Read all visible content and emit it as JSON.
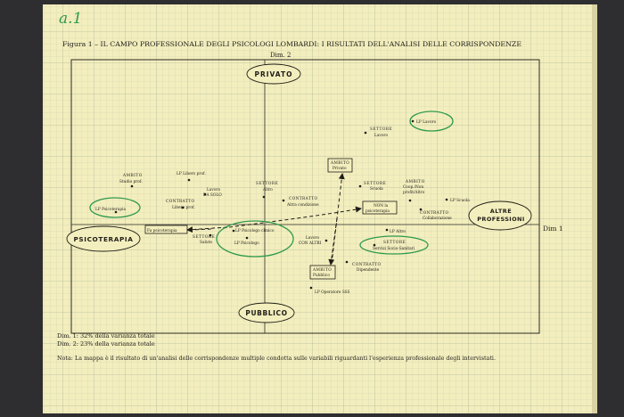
{
  "page_mark": "a.1",
  "title": "Figura 1 – IL CAMPO PROFESSIONALE DEGLI PSICOLOGI LOMBARDI: I RISULTATI DELL'ANALISI DELLE CORRISPONDENZE",
  "axes": {
    "dim2": "Dim. 2",
    "dim1": "Dim 1",
    "top": "PRIVATO",
    "bottom": "PUBBLICO",
    "left": "PSICOTERAPIA",
    "right_line1": "ALTRE",
    "right_line2": "PROFESSIONI"
  },
  "labels": {
    "settore_lavoro": [
      "SETTORE",
      "Lavoro"
    ],
    "lp_lavoro": "LP Lavoro",
    "ambito_studio": [
      "AMBITO",
      "Studio prof."
    ],
    "lp_libero_prof": "LP Libero prof.",
    "lavoro_da_solo": [
      "Lavoro",
      "DA SOLO"
    ],
    "contratto_libero": [
      "CONTRATTO",
      "Libero prof."
    ],
    "settore_altro": [
      "SETTORE",
      "Altro"
    ],
    "ambito_privato": [
      "AMBITO",
      "Privato"
    ],
    "settore_scuola": [
      "SETTORE",
      "Scuola"
    ],
    "ambito_coop": [
      "AMBITO",
      "Coop./Non",
      "profit/Altro"
    ],
    "lp_scuola": "LP Scuola",
    "contratto_altra": [
      "CONTRATTO",
      "Altra condizione"
    ],
    "non_psico": [
      "NON la",
      "psicoterapia"
    ],
    "contratto_collab": [
      "CONTRATTO",
      "Collaborazione"
    ],
    "lp_psicoterapia": "LP Psicoterapia",
    "fa_psico": "Fa psicoterapia",
    "lp_psicologo_clinico": "LP Psicologo clinico",
    "settore_salute": [
      "SETTORE",
      "Salute"
    ],
    "lp_psicologo": "LP Psicologo",
    "lavoro_con_altri": [
      "Lavoro",
      "CON ALTRI"
    ],
    "lp_altro": "LP Altro",
    "settore_servizi": [
      "SETTORE",
      "Servizi Socio-Sanitari"
    ],
    "contratto_dipendente": [
      "CONTRATTO",
      "Dipendente"
    ],
    "ambito_pubblico": [
      "AMBITO",
      "Pubblico"
    ],
    "lp_operatore": "LP Operatore SSS"
  },
  "footnotes": {
    "dim1_variance": "Dim. 1: 32% della varianza totale",
    "dim2_variance": "Dim. 2: 23% della varianza totale",
    "note": "Nota: La mappa è il risultato di un'analisi delle corrispondenze multiple condotta sulle variabili riguardanti l'esperienza professionale degli intervistati."
  },
  "colors": {
    "paper": "#f3eebd",
    "grid": "#b9c2a6",
    "ink": "#1f1d19",
    "highlight": "#2f9a4e"
  }
}
